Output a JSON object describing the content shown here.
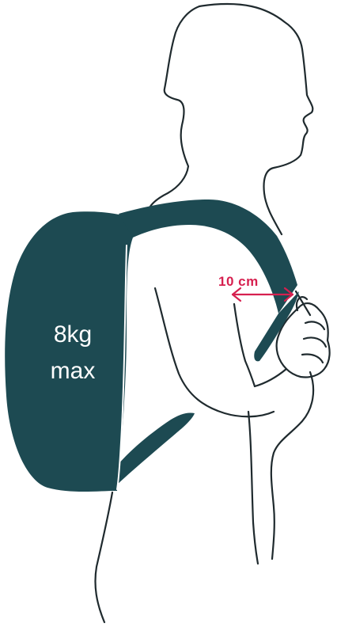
{
  "backpack": {
    "weight_line1": "8kg",
    "weight_line2": "max"
  },
  "measurement": {
    "label": "10 cm"
  },
  "colors": {
    "backpack": "#1d4a52",
    "accent": "#d6204f",
    "outline": "#1f2a2e"
  },
  "icons": {
    "figure": "person-silhouette-icon",
    "bag": "backpack-icon",
    "arrow": "double-headed-arrow-icon"
  }
}
